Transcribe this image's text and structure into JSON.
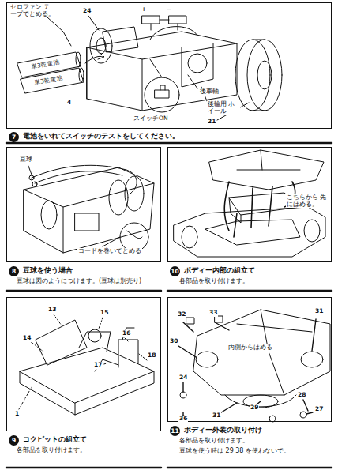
{
  "diagram": {
    "nodes": [
      {
        "text": [
          "7",
          "電池をいれてスイッチのテストをしてください。"
        ]
      },
      {
        "text": [
          "8",
          "豆球を使う場合",
          "豆球は図のようにつけます。(豆球は別売り)"
        ]
      },
      {
        "text": [
          "10",
          "ボディー内部の組立て",
          "各部品を取り付けます。"
        ]
      },
      {
        "text": [
          "9",
          "コクピットの組立て",
          "各部品を取り付けます。"
        ]
      },
      {
        "text": [
          "11",
          "ボディー外装の取り付け",
          "各部品を取り付けます。",
          "豆球を使う時は 29 38 を使わないで。"
        ]
      }
    ],
    "labels": [
      "セロファン テープでとめる。",
      "24",
      "+",
      "−",
      "単3乾電池",
      "単3乾電池",
      "4",
      "後車軸",
      "後輪用 ホイール",
      "21",
      "スイッチON",
      "豆球",
      "コードを巻いてとめる",
      "こちらから 先にはめる。",
      "13",
      "14",
      "15",
      "16",
      "17",
      "18",
      "1",
      "32",
      "33",
      "31",
      "30",
      "内側からはめる",
      "24",
      "36",
      "31",
      "29",
      "28",
      "27"
    ]
  }
}
